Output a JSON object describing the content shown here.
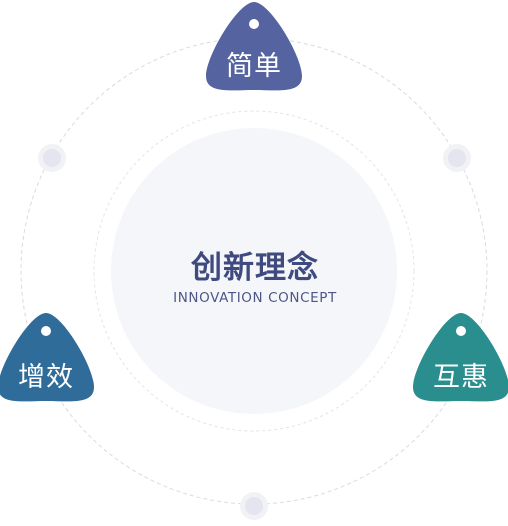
{
  "center": {
    "title": "创新理念",
    "subtitle": "INNOVATION CONCEPT"
  },
  "nodes": [
    {
      "id": "jiandan",
      "label": "简单",
      "color": "#5564a0"
    },
    {
      "id": "zengxiao",
      "label": "增效",
      "color": "#2f6c9a"
    },
    {
      "id": "huhui",
      "label": "互惠",
      "color": "#2a8d8e"
    }
  ],
  "colors": {
    "inner_circle": "#f5f6f9",
    "ring_dash": "#d8dbe3",
    "dot_fill": "#e8e9f0",
    "dot_ring": "#f1f2f6"
  }
}
